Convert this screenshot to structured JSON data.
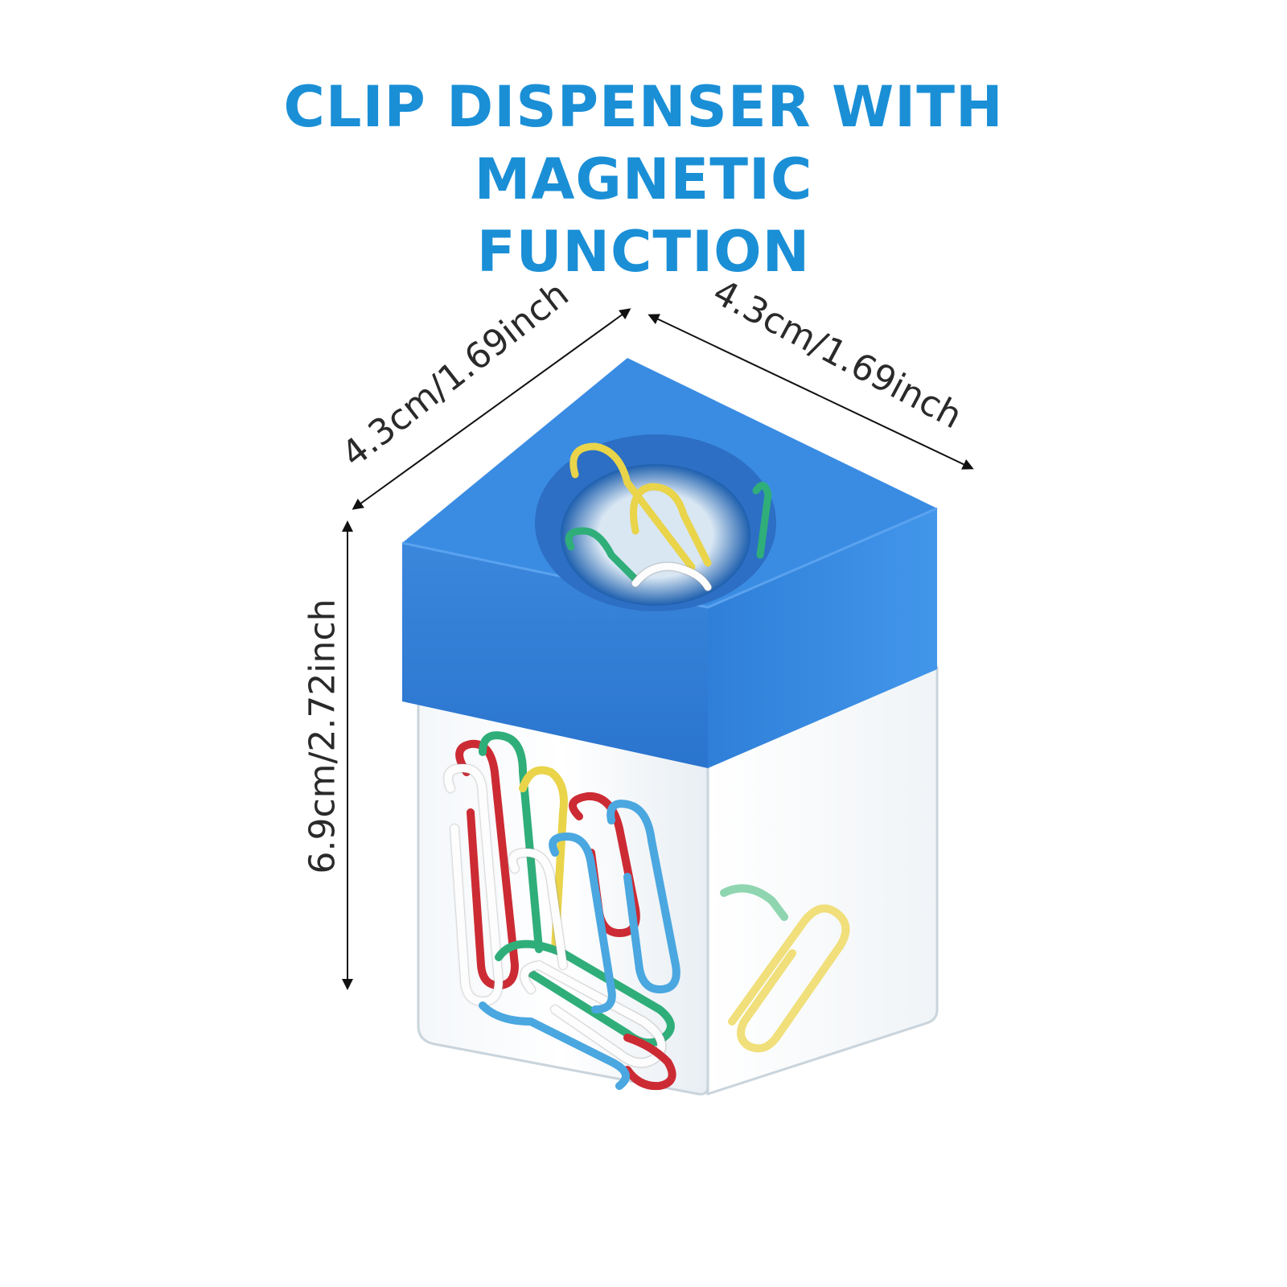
{
  "title": {
    "line1": "CLIP DISPENSER WITH MAGNETIC",
    "line2": "FUNCTION"
  },
  "dimensions": {
    "width_left": "4.3cm/1.69inch",
    "width_right": "4.3cm/1.69inch",
    "height": "6.9cm/2.72inch"
  },
  "colors": {
    "title": "#1a8fd6",
    "lid": "#2f7ed8",
    "lid_dark": "#1f63b8",
    "lid_top": "#3f8fe6",
    "body_clear": "#eef4f8",
    "arrow": "#111111"
  },
  "clip_colors": [
    "#e9d44a",
    "#2fae7a",
    "#ffffff",
    "#cc2b34",
    "#4aa7e0"
  ]
}
